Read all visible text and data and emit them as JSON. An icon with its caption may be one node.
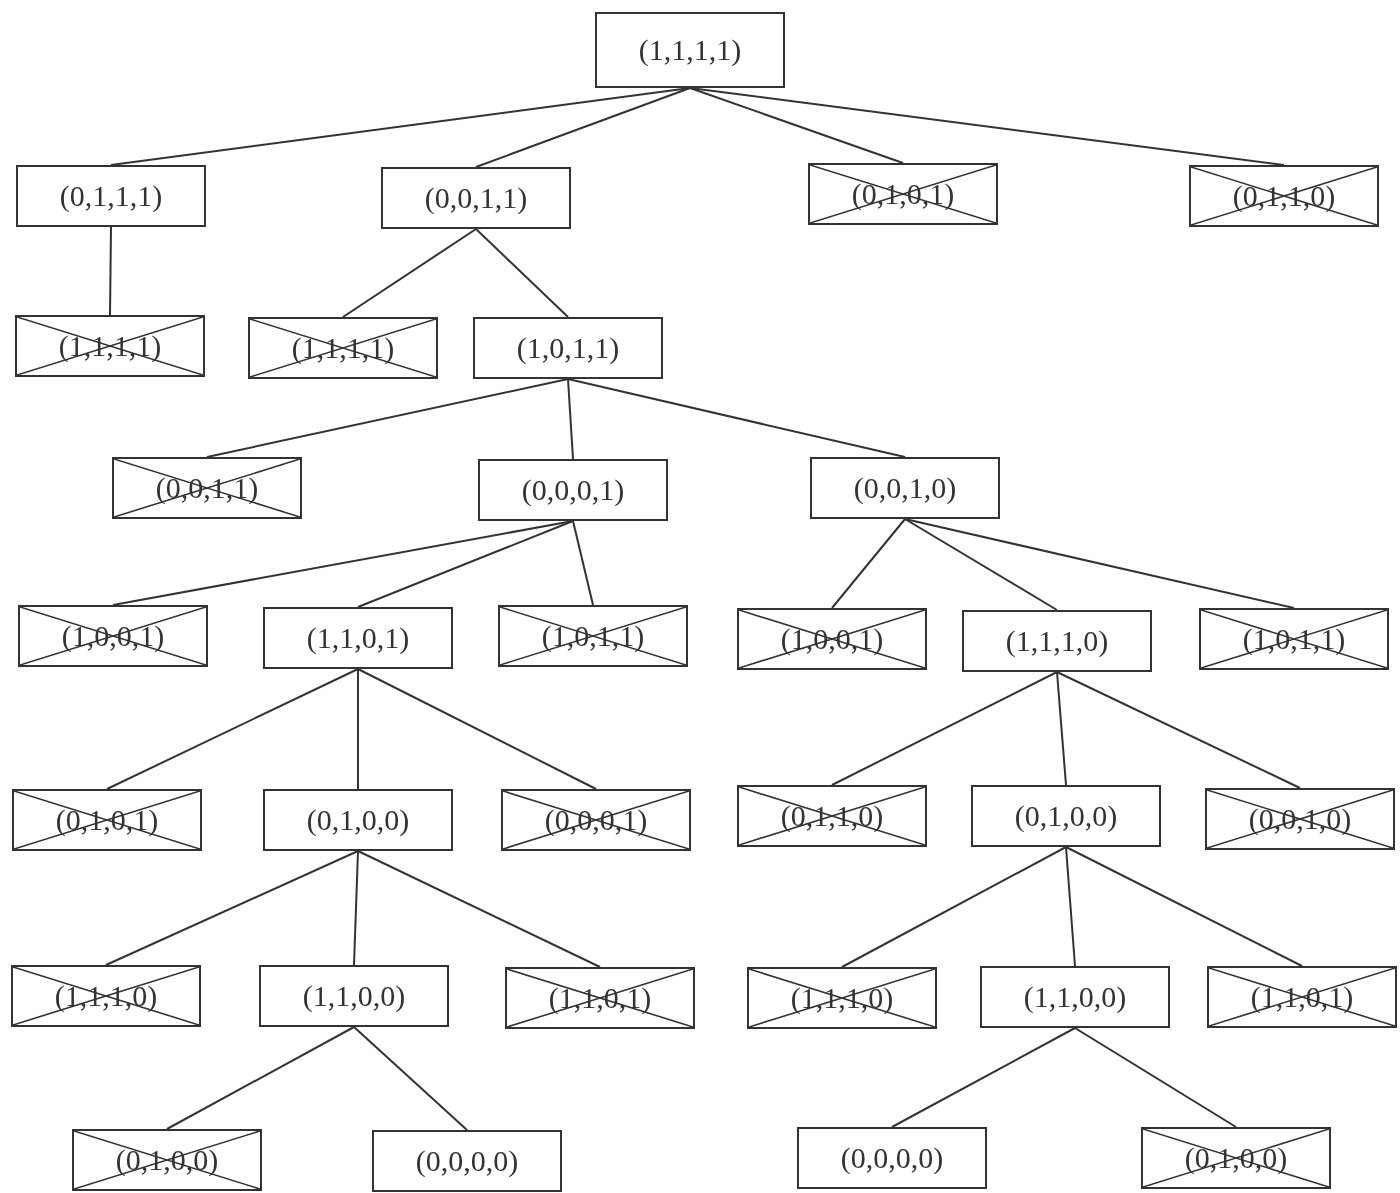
{
  "diagram": {
    "nodes": [
      {
        "text": [
          "(1,1,1,1)"
        ]
      },
      {
        "text": [
          "(0,1,1,1)"
        ]
      },
      {
        "text": [
          "(0,0,1,1)"
        ]
      },
      {
        "text": [
          "(0,1,0,1)"
        ]
      },
      {
        "text": [
          "(0,1,1,0)"
        ]
      },
      {
        "text": [
          "(1,1,1,1)"
        ]
      },
      {
        "text": [
          "(1,1,1,1)"
        ]
      },
      {
        "text": [
          "(1,0,1,1)"
        ]
      },
      {
        "text": [
          "(0,0,1,1)"
        ]
      },
      {
        "text": [
          "(0,0,0,1)"
        ]
      },
      {
        "text": [
          "(0,0,1,0)"
        ]
      },
      {
        "text": [
          "(1,0,0,1)"
        ]
      },
      {
        "text": [
          "(1,1,0,1)"
        ]
      },
      {
        "text": [
          "(1,0,1,1)"
        ]
      },
      {
        "text": [
          "(1,0,0,1)"
        ]
      },
      {
        "text": [
          "(1,1,1,0)"
        ]
      },
      {
        "text": [
          "(1,0,1,1)"
        ]
      },
      {
        "text": [
          "(0,1,0,1)"
        ]
      },
      {
        "text": [
          "(0,1,0,0)"
        ]
      },
      {
        "text": [
          "(0,0,0,1)"
        ]
      },
      {
        "text": [
          "(0,1,1,0)"
        ]
      },
      {
        "text": [
          "(0,1,0,0)"
        ]
      },
      {
        "text": [
          "(0,0,1,0)"
        ]
      },
      {
        "text": [
          "(1,1,1,0)"
        ]
      },
      {
        "text": [
          "(1,1,0,0)"
        ]
      },
      {
        "text": [
          "(1,1,0,1)"
        ]
      },
      {
        "text": [
          "(1,1,1,0)"
        ]
      },
      {
        "text": [
          "(1,1,0,0)"
        ]
      },
      {
        "text": [
          "(1,1,0,1)"
        ]
      },
      {
        "text": [
          "(0,1,0,0)"
        ]
      },
      {
        "text": [
          "(0,0,0,0)"
        ]
      },
      {
        "text": [
          "(0,0,0,0)"
        ]
      },
      {
        "text": [
          "(0,1,0,0)"
        ]
      }
    ],
    "edges": [
      {
        "from": 0,
        "to": 1,
        "arrow": "none"
      },
      {
        "from": 0,
        "to": 2,
        "arrow": "none"
      },
      {
        "from": 0,
        "to": 3,
        "arrow": "none"
      },
      {
        "from": 0,
        "to": 4,
        "arrow": "none"
      },
      {
        "from": 1,
        "to": 5,
        "arrow": "none"
      },
      {
        "from": 2,
        "to": 6,
        "arrow": "none"
      },
      {
        "from": 2,
        "to": 7,
        "arrow": "none"
      },
      {
        "from": 7,
        "to": 8,
        "arrow": "none"
      },
      {
        "from": 7,
        "to": 9,
        "arrow": "none"
      },
      {
        "from": 7,
        "to": 10,
        "arrow": "none"
      },
      {
        "from": 9,
        "to": 11,
        "arrow": "none"
      },
      {
        "from": 9,
        "to": 12,
        "arrow": "none"
      },
      {
        "from": 9,
        "to": 13,
        "arrow": "none"
      },
      {
        "from": 10,
        "to": 14,
        "arrow": "none"
      },
      {
        "from": 10,
        "to": 15,
        "arrow": "none"
      },
      {
        "from": 10,
        "to": 16,
        "arrow": "none"
      },
      {
        "from": 12,
        "to": 17,
        "arrow": "none"
      },
      {
        "from": 12,
        "to": 18,
        "arrow": "none"
      },
      {
        "from": 12,
        "to": 19,
        "arrow": "none"
      },
      {
        "from": 15,
        "to": 20,
        "arrow": "none"
      },
      {
        "from": 15,
        "to": 21,
        "arrow": "none"
      },
      {
        "from": 15,
        "to": 22,
        "arrow": "none"
      },
      {
        "from": 18,
        "to": 23,
        "arrow": "none"
      },
      {
        "from": 18,
        "to": 24,
        "arrow": "none"
      },
      {
        "from": 18,
        "to": 25,
        "arrow": "none"
      },
      {
        "from": 21,
        "to": 26,
        "arrow": "none"
      },
      {
        "from": 21,
        "to": 27,
        "arrow": "none"
      },
      {
        "from": 21,
        "to": 28,
        "arrow": "none"
      },
      {
        "from": 24,
        "to": 29,
        "arrow": "none"
      },
      {
        "from": 24,
        "to": 30,
        "arrow": "none"
      },
      {
        "from": 27,
        "to": 31,
        "arrow": "none"
      },
      {
        "from": 27,
        "to": 32,
        "arrow": "none"
      }
    ]
  }
}
